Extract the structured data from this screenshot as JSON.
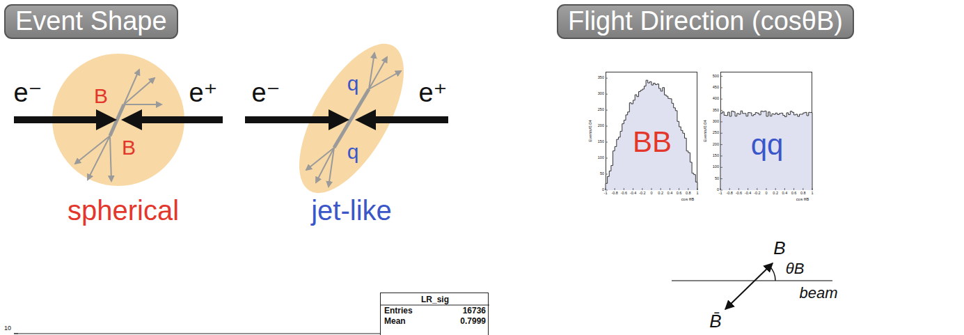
{
  "diagram": {
    "nodes": [
      {
        "text": [
          "Event Shape"
        ]
      },
      {
        "text": [
          "B",
          "B"
        ]
      },
      {
        "text": [
          "q",
          "q"
        ]
      },
      {
        "text": [
          "LR_sig",
          "Entries",
          "16736",
          "Mean",
          "0.7999"
        ]
      },
      {
        "text": [
          "Flight Direction (cosθB)"
        ]
      },
      {
        "text": [
          "BB"
        ]
      },
      {
        "text": [
          "qq"
        ]
      }
    ],
    "labels": [
      "e⁻",
      "e⁺",
      "e⁻",
      "e⁺",
      "spherical",
      "jet-like",
      "10",
      "0",
      "50",
      "100",
      "150",
      "200",
      "250",
      "300",
      "350",
      "Events/0.04",
      "-1",
      "-0.8",
      "-0.6",
      "-0.4",
      "-0.2",
      "0",
      "0.2",
      "0.4",
      "0.6",
      "0.8",
      "1",
      "cos θB",
      "0",
      "50",
      "100",
      "150",
      "200",
      "250",
      "300",
      "350",
      "400",
      "450",
      "500",
      "Events/0.04",
      "-1",
      "-0.8",
      "-0.6",
      "-0.4",
      "-0.2",
      "0",
      "0.2",
      "0.4",
      "0.6",
      "0.8",
      "1",
      "cos θB",
      "B",
      "θB",
      "beam",
      "B̄"
    ]
  }
}
